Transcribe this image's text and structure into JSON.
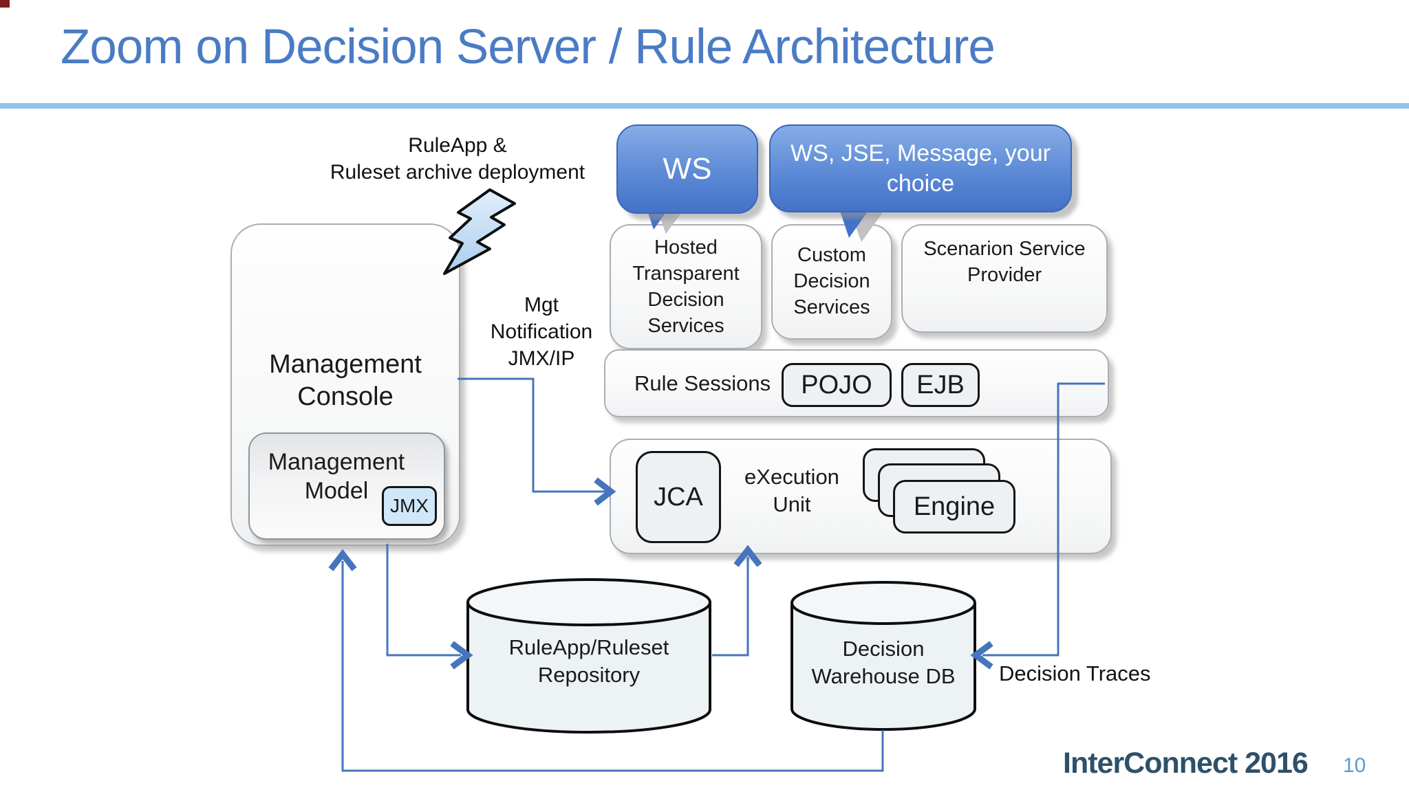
{
  "slide": {
    "title": "Zoom on Decision Server / Rule Architecture",
    "footer_brand": "InterConnect 2016",
    "footer_page": "10"
  },
  "annotations": {
    "deployment": "RuleApp &\nRuleset archive deployment",
    "mgt_notification": "Mgt\nNotification\nJMX/IP",
    "decision_traces": "Decision Traces"
  },
  "bubbles": {
    "ws": "WS",
    "choice": "WS, JSE, Message, your choice"
  },
  "nodes": {
    "management_console": "Management Console",
    "management_model": "Management Model",
    "jmx": "JMX",
    "hosted": "Hosted Transparent Decision Services",
    "custom": "Custom Decision Services",
    "scenarion": "Scenarion Service Provider",
    "rule_sessions": "Rule Sessions",
    "pojo": "POJO",
    "ejb": "EJB",
    "jca": "JCA",
    "execution_unit": "eXecution Unit",
    "engine": "Engine",
    "repository": "RuleApp/Ruleset Repository",
    "warehouse": "Decision Warehouse DB"
  },
  "colors": {
    "title_blue": "#4A7BC4",
    "divider_blue": "#8FC3EC",
    "connector_blue": "#4575BC",
    "bubble_top": "#87ADE7",
    "bubble_bottom": "#4372C8",
    "bolt_fill": "#C9DFF4",
    "footer_text": "#2E5069",
    "page_number": "#5B9BD5"
  }
}
